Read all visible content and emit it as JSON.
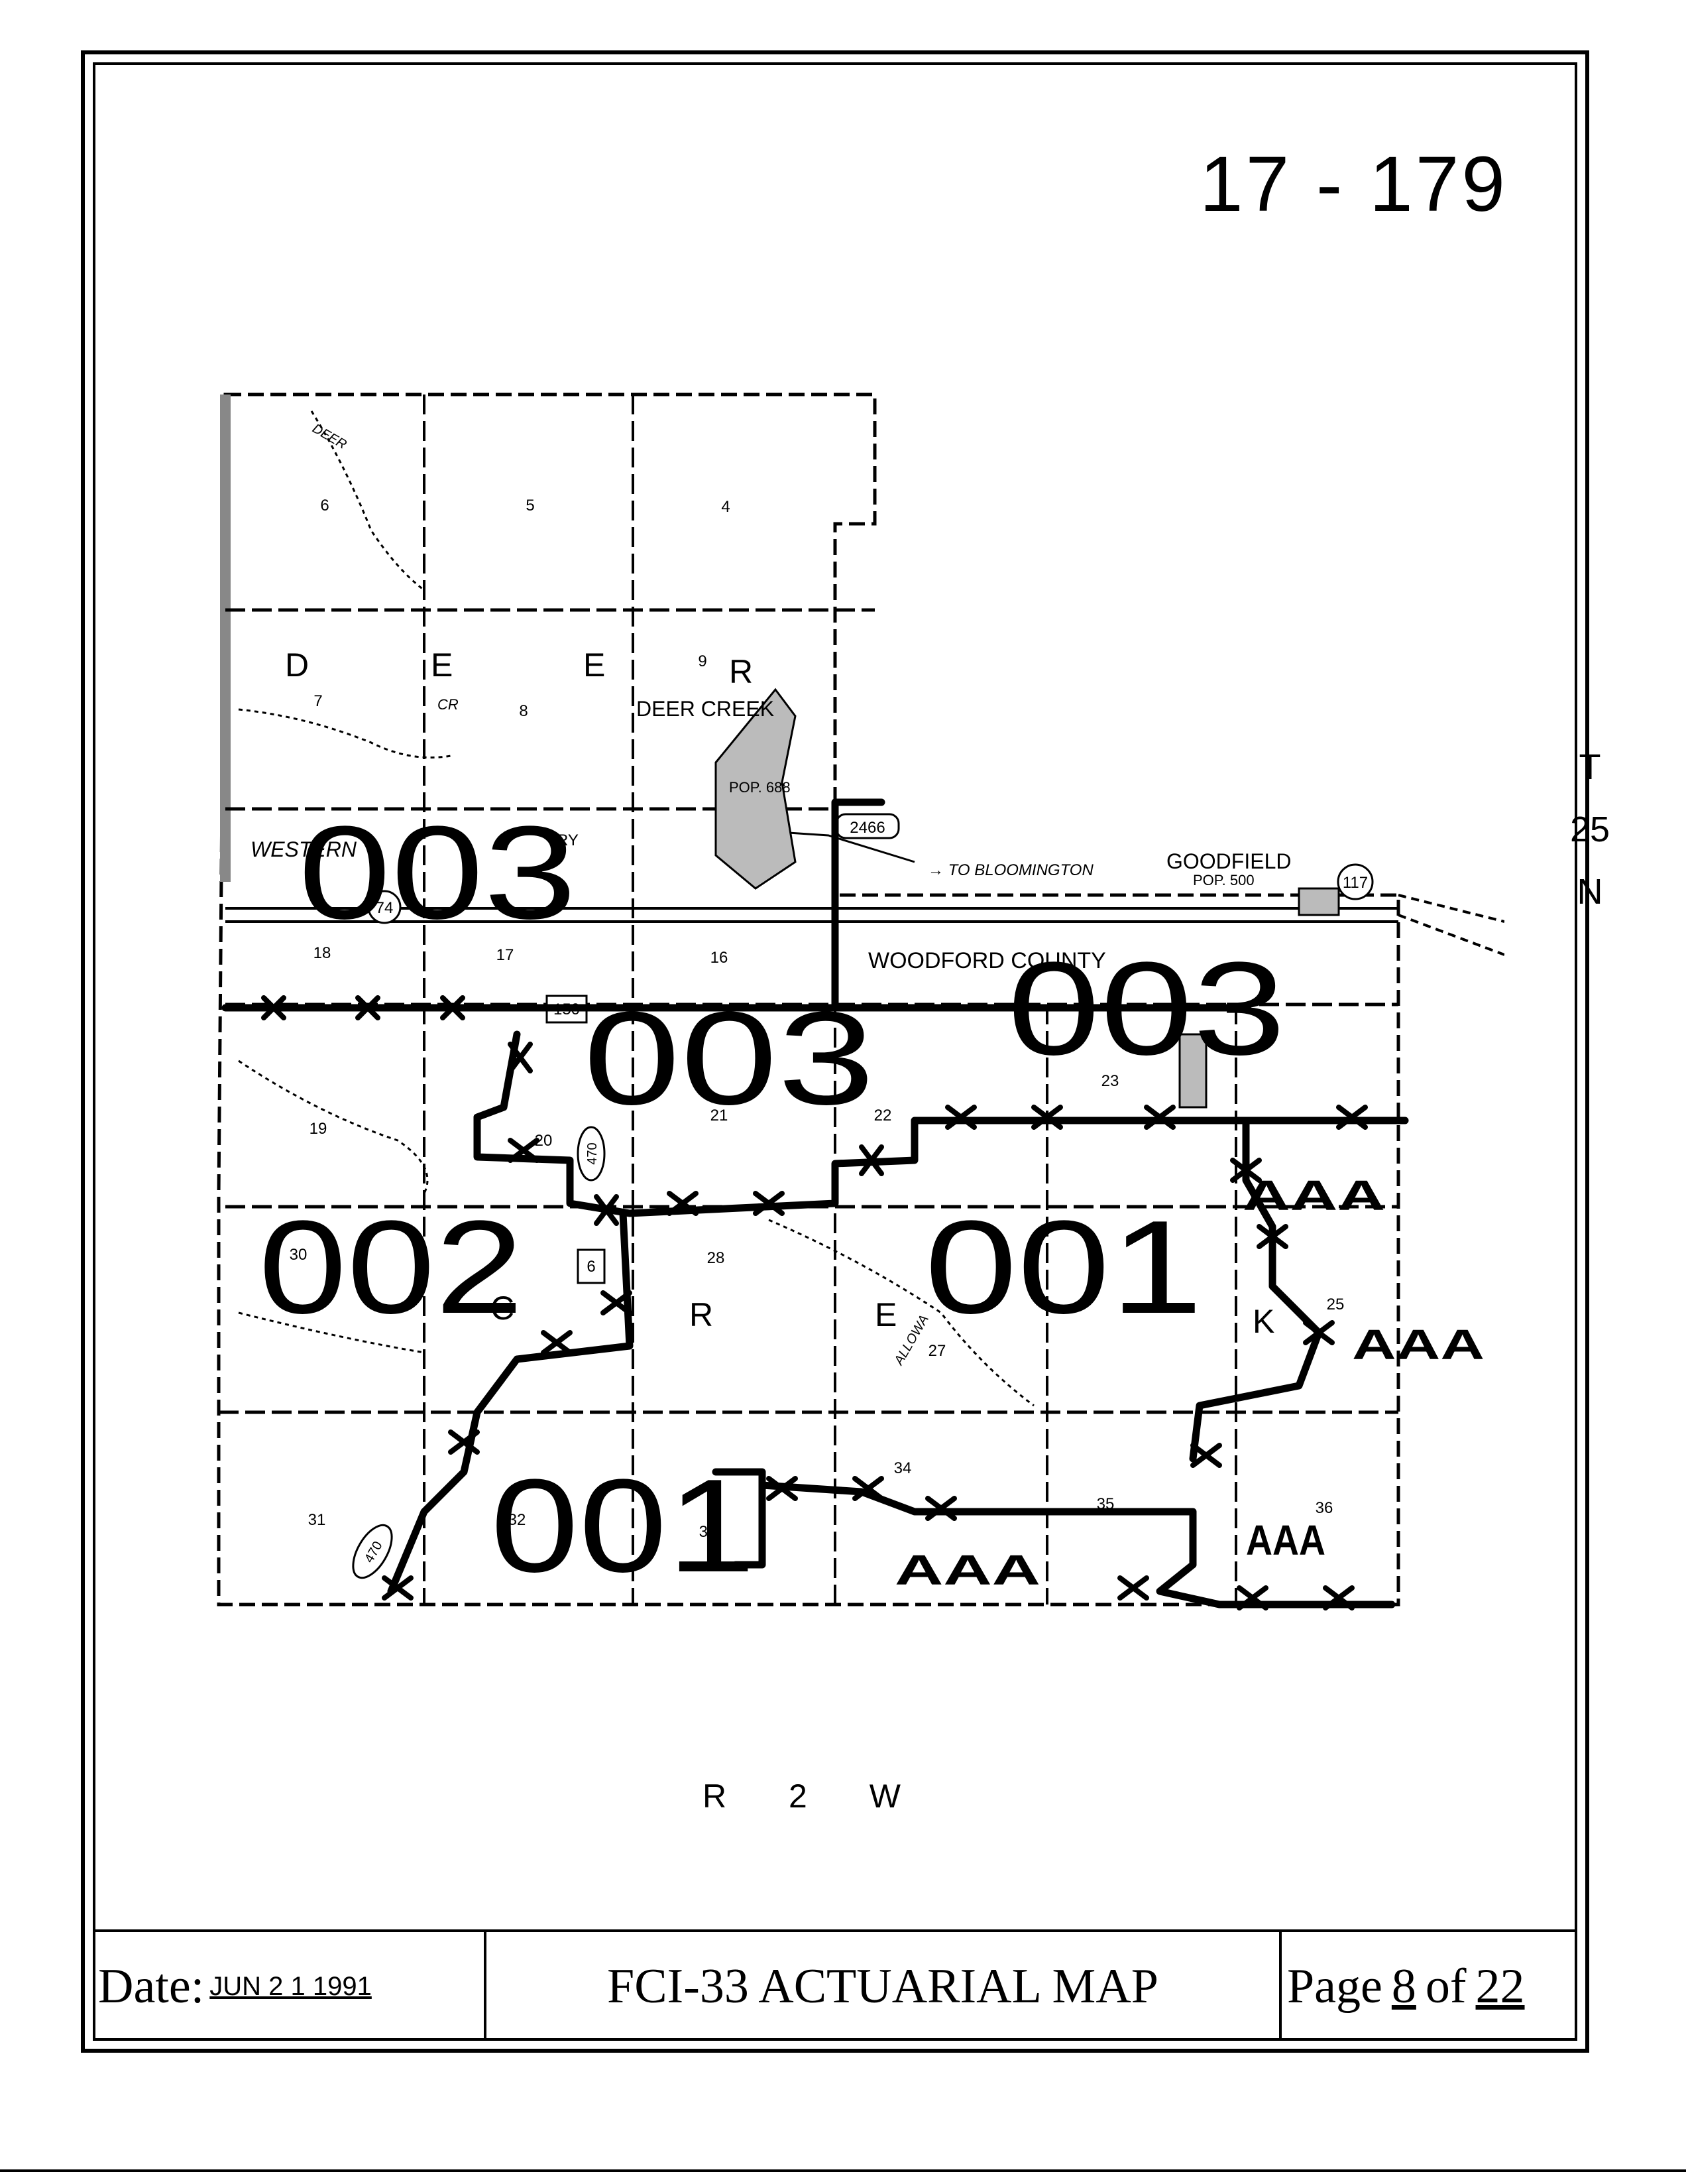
{
  "page_id": "17 - 179",
  "map": {
    "township_letters": [
      "D",
      "E",
      "E",
      "R",
      "C",
      "R",
      "E",
      "K"
    ],
    "places": {
      "deer_creek": "DEER CREEK",
      "deer_creek_pop": "POP. 688",
      "goodfield": "GOODFIELD",
      "goodfield_pop": "POP. 500",
      "to_bloomington": "→ TO BLOOMINGTON",
      "county_line": "WOODFORD   COUNTY",
      "railroad": "WESTERN",
      "railroad_abbr": "RY",
      "stream_deer": "DEER",
      "stream_cr": "CR",
      "stream_allowa": "ALLOWA"
    },
    "routes": [
      "74",
      "150",
      "470",
      "6",
      "2466",
      "117",
      "470"
    ],
    "sections": [
      "6",
      "5",
      "4",
      "7",
      "8",
      "9",
      "18",
      "17",
      "16",
      "19",
      "20",
      "21",
      "22",
      "23",
      "30",
      "28",
      "27",
      "25",
      "31",
      "32",
      "33",
      "34",
      "35",
      "36"
    ],
    "zone_labels": [
      "003",
      "003",
      "003",
      "002",
      "001",
      "001"
    ],
    "rating_marks": [
      "AAA",
      "AAA",
      "AAA",
      "AAA"
    ]
  },
  "side_label": [
    "T",
    "25",
    "N"
  ],
  "range_label": "R 2 W",
  "footer": {
    "date_label": "Date:",
    "date_value": "JUN 2 1 1991",
    "title": "FCI-33 ACTUARIAL MAP",
    "page_label": "Page",
    "page_number": "8",
    "of_label": "of",
    "page_total": "22"
  }
}
